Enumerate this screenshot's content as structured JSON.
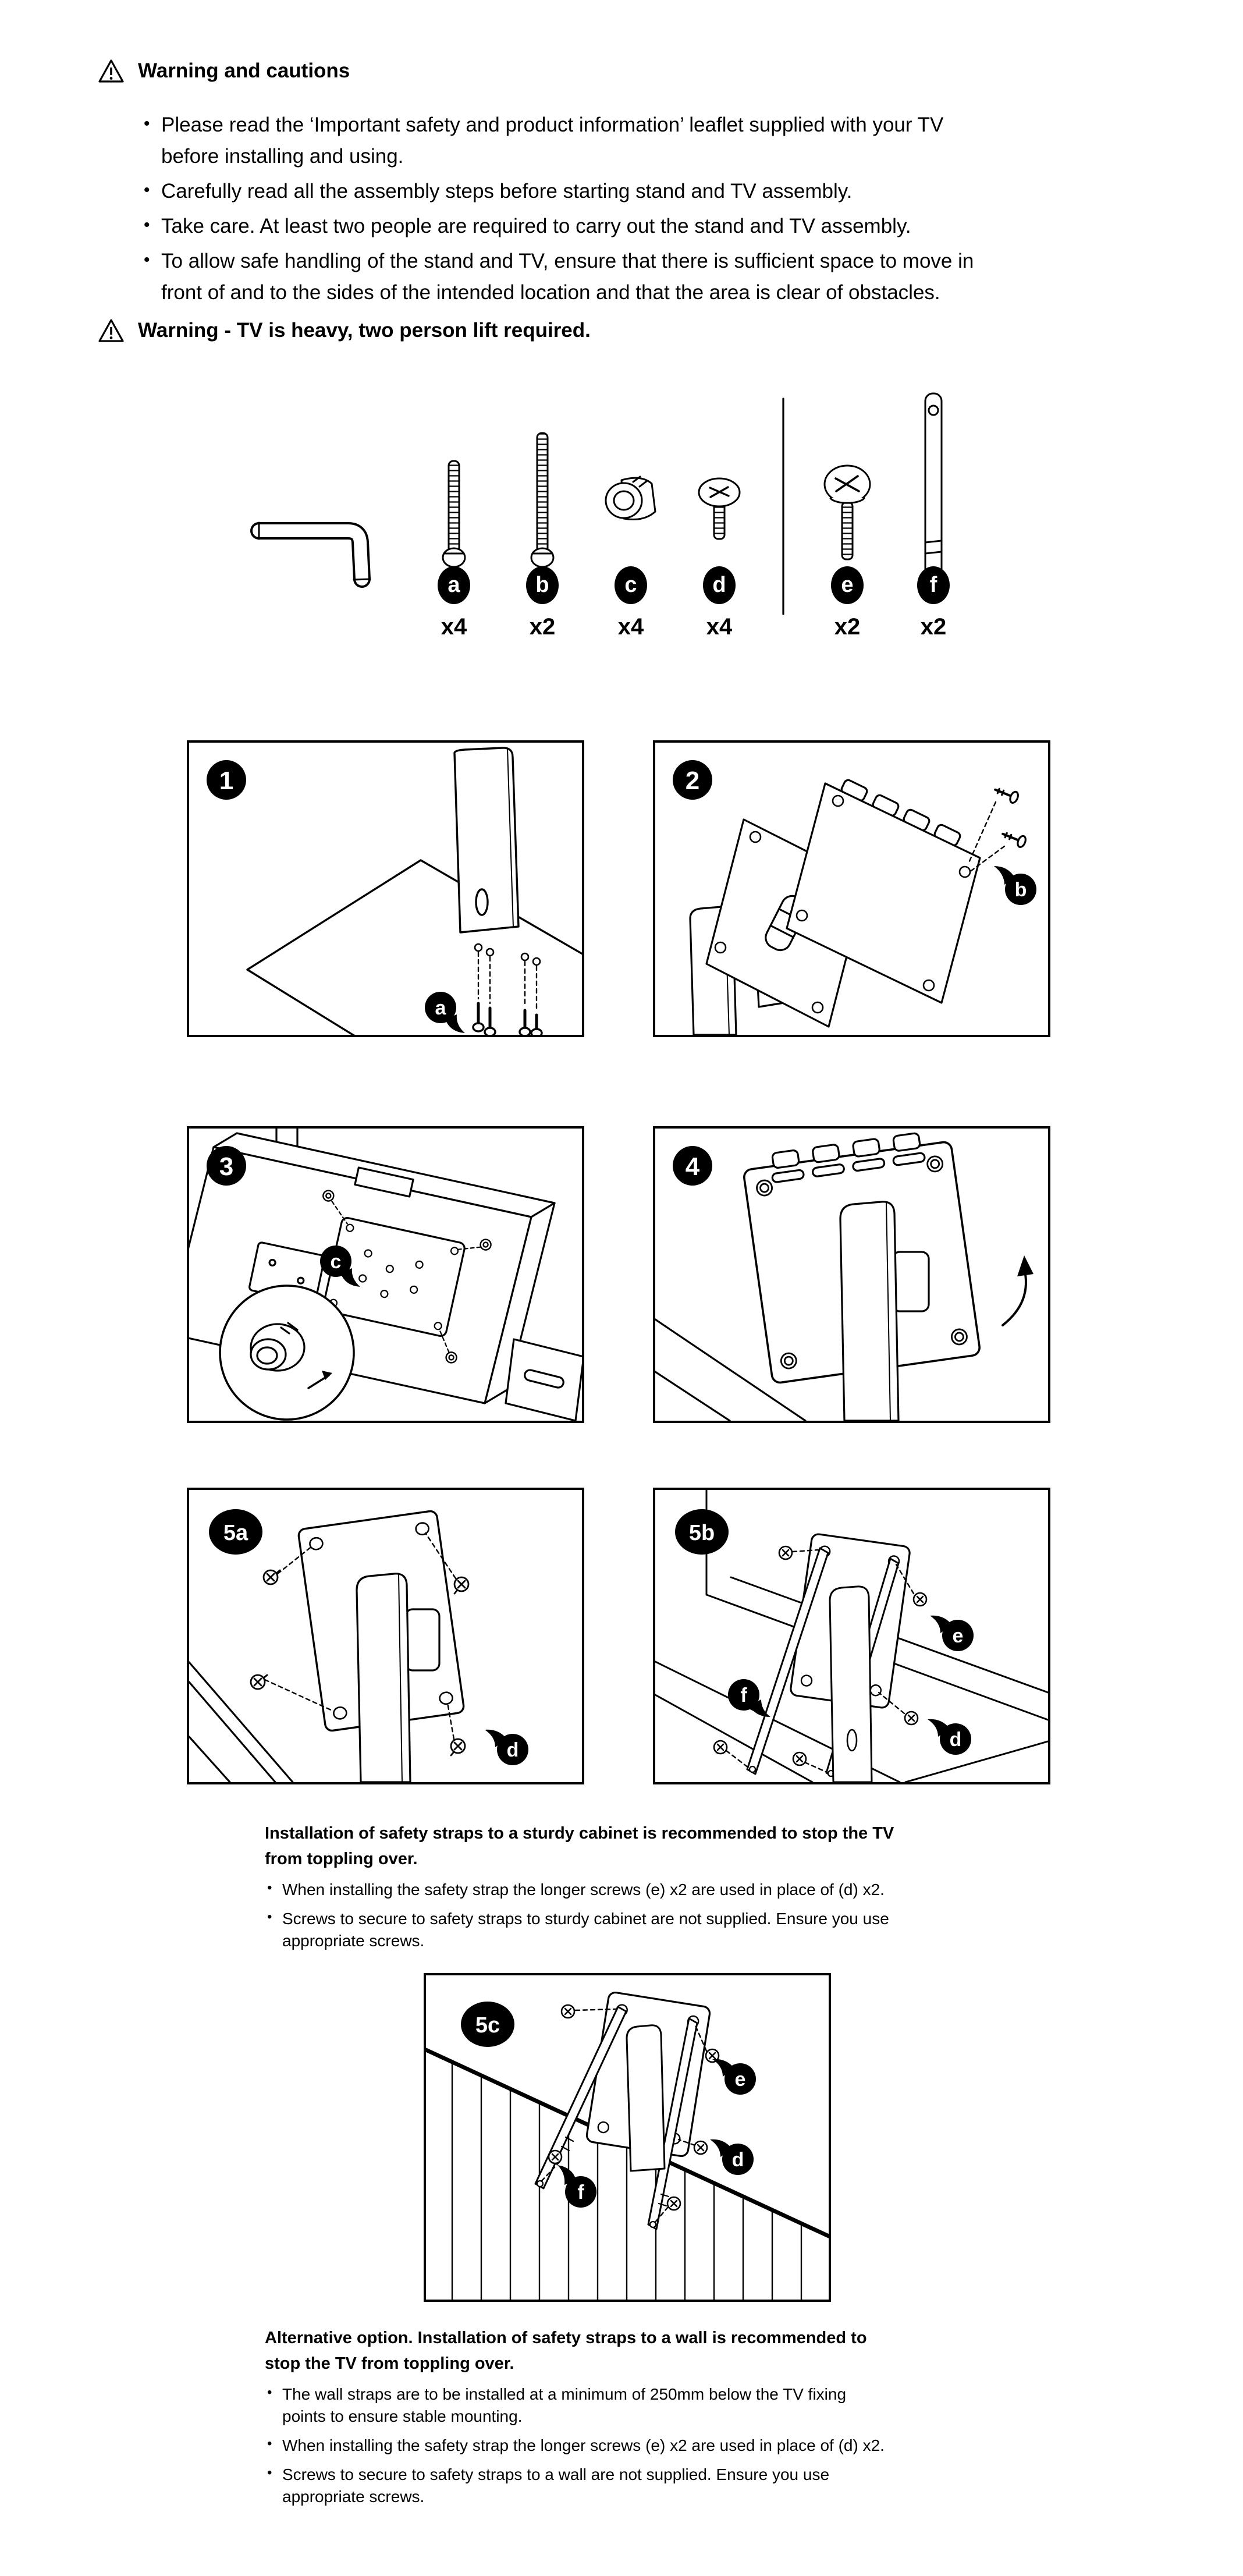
{
  "ui": {
    "bullet_char": "•"
  },
  "colors": {
    "ink": "#000000",
    "paper": "#ffffff"
  },
  "warnings": {
    "title": "Warning and cautions",
    "bullets": [
      "Please read the ‘Important safety and product information’ leaflet supplied with your TV\nbefore installing and using.",
      "Carefully read all the assembly steps before starting stand and TV assembly.",
      "Take care. At least two people are required to carry out the stand and TV assembly.",
      "To allow safe handling of the stand and TV, ensure that there is sufficient space to move in\nfront of and to the sides of the intended location and that the area is clear of obstacles."
    ],
    "heavy_warning": "Warning - TV is heavy, two person lift required."
  },
  "parts": {
    "tool": {
      "name": "allen-key"
    },
    "items": [
      {
        "id": "a",
        "qty": "x4"
      },
      {
        "id": "b",
        "qty": "x2"
      },
      {
        "id": "c",
        "qty": "x4"
      },
      {
        "id": "d",
        "qty": "x4"
      },
      {
        "id": "e",
        "qty": "x2"
      },
      {
        "id": "f",
        "qty": "x2"
      }
    ]
  },
  "steps": [
    {
      "num": "1",
      "labels": [
        "a"
      ]
    },
    {
      "num": "2",
      "labels": [
        "b"
      ]
    },
    {
      "num": "3",
      "labels": [
        "c"
      ]
    },
    {
      "num": "4",
      "labels": []
    },
    {
      "num": "5a",
      "labels": [
        "d"
      ]
    },
    {
      "num": "5b",
      "labels": [
        "f",
        "e",
        "d"
      ]
    },
    {
      "num": "5c",
      "labels": [
        "e",
        "d",
        "f"
      ]
    }
  ],
  "cabinet_note": {
    "title": "Installation of safety straps to a sturdy cabinet is recommended to stop the TV\nfrom toppling over.",
    "bullets": [
      "When installing the safety strap the longer screws (e) x2 are used in place of (d) x2.",
      "Screws to secure to safety straps to sturdy cabinet are not supplied. Ensure you use\nappropriate screws."
    ]
  },
  "wall_note": {
    "title": "Alternative option. Installation of safety straps to a wall is recommended to\nstop the TV from toppling over.",
    "bullets": [
      "The wall straps are to be installed at a minimum of 250mm below the TV fixing\npoints to ensure stable mounting.",
      "When installing the safety strap the longer screws (e) x2 are used in place of (d) x2.",
      "Screws to secure to safety straps to a wall are not supplied. Ensure you use\nappropriate screws."
    ]
  }
}
